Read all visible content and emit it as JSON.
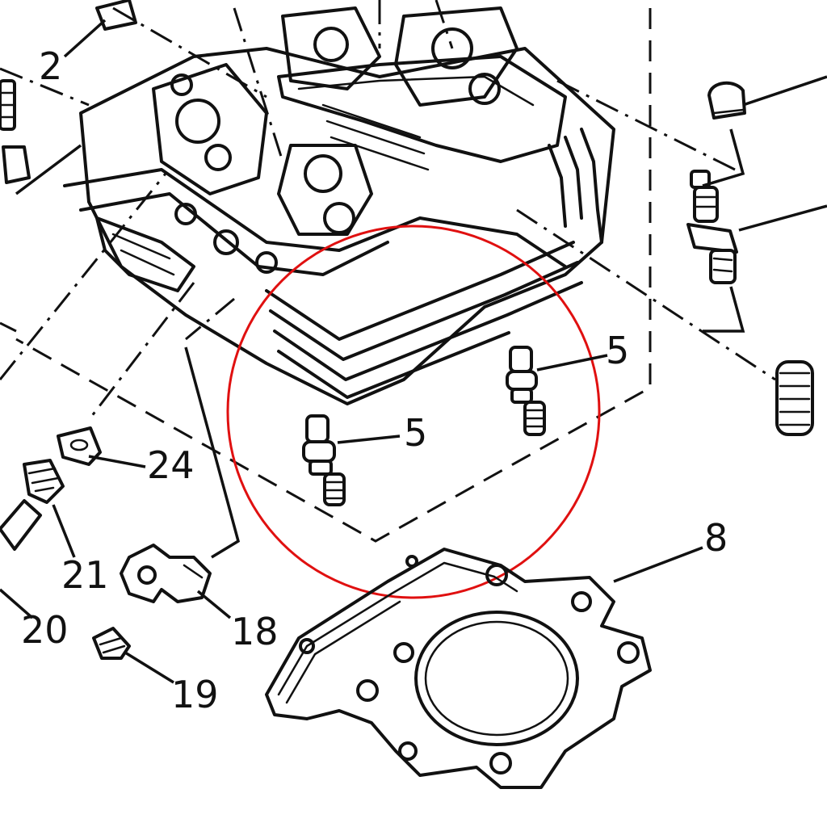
{
  "colors": {
    "ink": "#111111",
    "highlight_circle": "#e01010",
    "background": "#ffffff"
  },
  "callouts": {
    "c2": "2",
    "c5_right": "5",
    "c5_center": "5",
    "c8": "8",
    "c18": "18",
    "c19": "19",
    "c20": "20",
    "c21": "21",
    "c24": "24"
  }
}
